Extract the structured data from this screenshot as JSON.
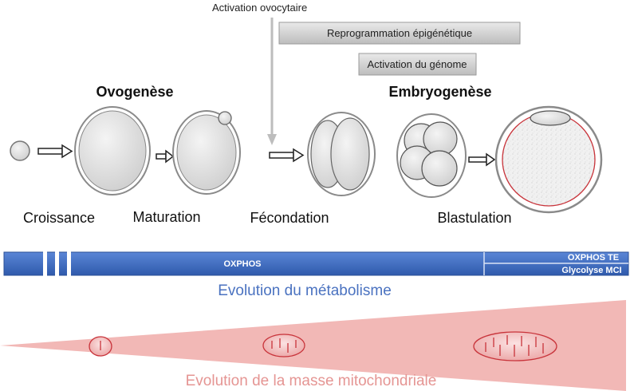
{
  "top": {
    "activation_ovocytaire": "Activation ovocytaire",
    "reprogrammation": "Reprogrammation épigénétique",
    "activation_genome": "Activation du génome"
  },
  "phases": {
    "ovogenese": "Ovogenèse",
    "embryogenese": "Embryogenèse"
  },
  "stages": {
    "croissance": "Croissance",
    "maturation": "Maturation",
    "fecondation": "Fécondation",
    "blastulation": "Blastulation"
  },
  "metabolism": {
    "bar_label": "OXPHOS",
    "oxphos_te": "OXPHOS TE",
    "glycolyse_mci": "Glycolyse MCI",
    "caption": "Evolution du métabolisme"
  },
  "mitochondria": {
    "caption": "Evolution de la masse mitochondriale"
  },
  "colors": {
    "bar_blue": "#3d6bc4",
    "caption_blue": "#4a72c0",
    "wedge_pink": "#f2b8b6",
    "caption_pink": "#e59593",
    "mito_red": "#c8333a"
  }
}
